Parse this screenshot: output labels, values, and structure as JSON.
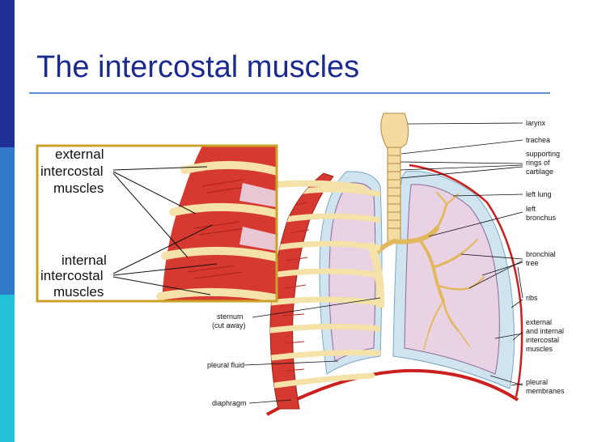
{
  "slide": {
    "title": "The intercostal muscles",
    "colors": {
      "stripe_dark": "#1f2f94",
      "stripe_mid": "#2f79c8",
      "stripe_light": "#23c2d9",
      "title": "#1b2a8f",
      "rule": "#5c8fd4",
      "inset_border": "#c9a227"
    }
  },
  "inset": {
    "external": [
      "external",
      "intercostal",
      "muscles"
    ],
    "internal": [
      "internal",
      "intercostal",
      "muscles"
    ]
  },
  "labels": {
    "larynx": "larynx",
    "trachea": "trachea",
    "supporting": [
      "supporting",
      "rings of",
      "cartilage"
    ],
    "left_lung": "left lung",
    "left_bronchus": [
      "left",
      "bronchus"
    ],
    "bronchial_tree": [
      "bronchial",
      "tree"
    ],
    "ribs": "ribs",
    "ext_int": [
      "external",
      "and internal",
      "intercostal",
      "muscles"
    ],
    "pleural_membranes": [
      "pleural",
      "membranes"
    ],
    "sternum": [
      "sternum",
      "(cut away)"
    ],
    "pleural_fluid": "pleural fluid",
    "diaphragm": "diaphragm"
  }
}
